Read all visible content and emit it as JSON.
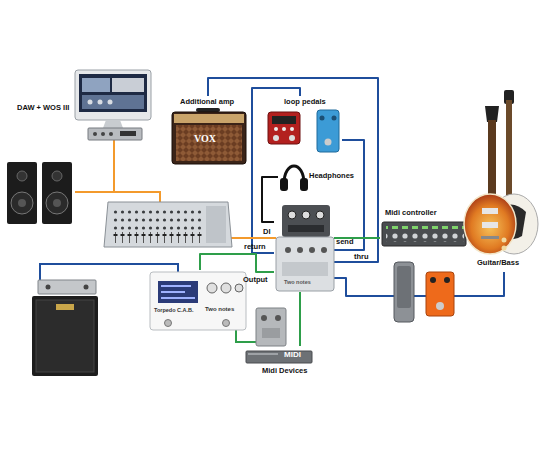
{
  "diagram": {
    "nodes": [
      {
        "text": [
          "DAW + WOS III"
        ]
      },
      {
        "text": [
          "VOX",
          "Additional amp"
        ]
      },
      {
        "text": [
          "loop pedals"
        ]
      },
      {
        "text": [
          "Headphones"
        ]
      },
      {
        "text": [
          "Midi controller"
        ]
      },
      {
        "text": [
          "Two notes"
        ]
      },
      {
        "text": [
          "Guitar/Bass"
        ]
      },
      {
        "text": [
          "Torpedo C.A.B.",
          "Two notes"
        ]
      },
      {
        "text": [
          "MIDI",
          "Midi Devices"
        ]
      }
    ],
    "edges": [
      {
        "from": 5,
        "to": 2,
        "arrow": "none"
      },
      {
        "from": 2,
        "to": 5,
        "arrow": "none"
      },
      {
        "from": 5,
        "to": 1,
        "arrow": "none"
      },
      {
        "from": 3,
        "to": 5,
        "arrow": "none"
      },
      {
        "from": 4,
        "to": 5,
        "arrow": "none"
      },
      {
        "from": 6,
        "to": 5,
        "arrow": "none"
      },
      {
        "from": 5,
        "to": 7,
        "arrow": "none"
      },
      {
        "from": 5,
        "to": 8,
        "arrow": "none"
      }
    ],
    "labels": [
      "DI",
      "send",
      "return",
      "thru",
      "Output"
    ]
  }
}
